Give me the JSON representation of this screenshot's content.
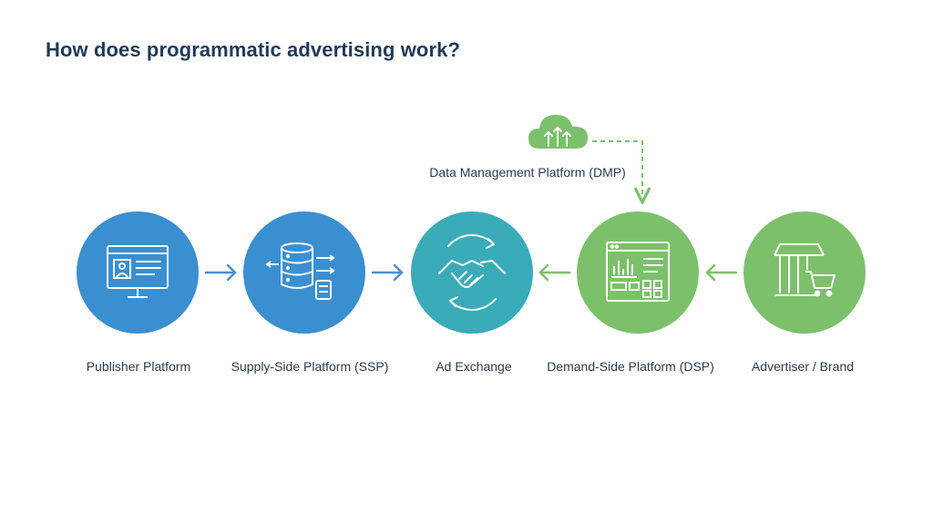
{
  "title": "How does programmatic advertising work?",
  "colors": {
    "title": "#1f3a5a",
    "blue": "#3a8fd0",
    "teal": "#3aabb9",
    "green": "#7cc06b",
    "arrow_blue": "#4a90d0",
    "arrow_green": "#7cc06b",
    "label": "#2b3a4d"
  },
  "nodes": [
    {
      "label": "Publisher Platform",
      "icon": "monitor-profile-icon"
    },
    {
      "label": "Supply-Side Platform (SSP)",
      "icon": "database-servers-icon"
    },
    {
      "label": "Ad Exchange",
      "icon": "handshake-icon"
    },
    {
      "label": "Demand-Side Platform (DSP)",
      "icon": "dashboard-window-icon"
    },
    {
      "label": "Advertiser / Brand",
      "icon": "storefront-cart-icon"
    }
  ],
  "dmp": {
    "label": "Data Management Platform (DMP)",
    "icon": "cloud-upload-icon"
  }
}
